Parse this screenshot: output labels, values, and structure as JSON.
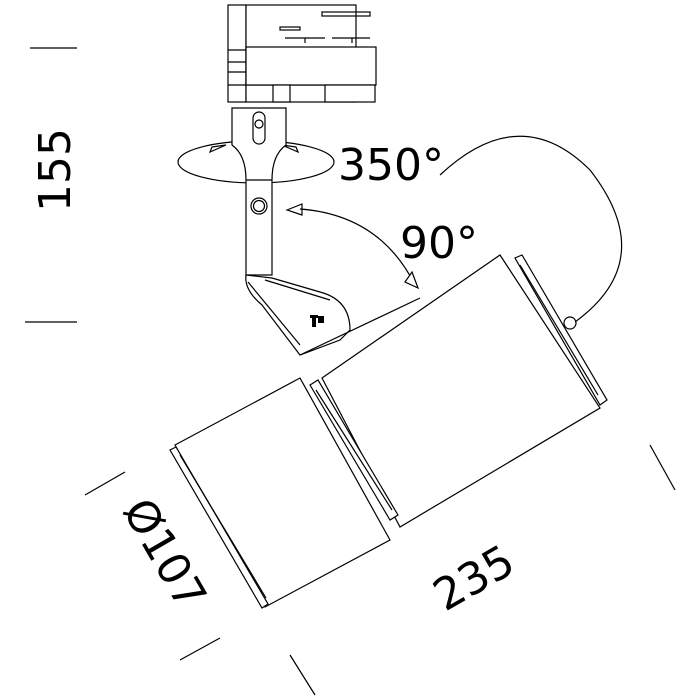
{
  "drawing": {
    "dimensions": {
      "height": "155",
      "rotation": "350°",
      "tilt": "90°",
      "diameter": "Ø107",
      "length": "235"
    },
    "logo": "TF",
    "colors": {
      "line": "#000000",
      "background": "#ffffff"
    }
  }
}
